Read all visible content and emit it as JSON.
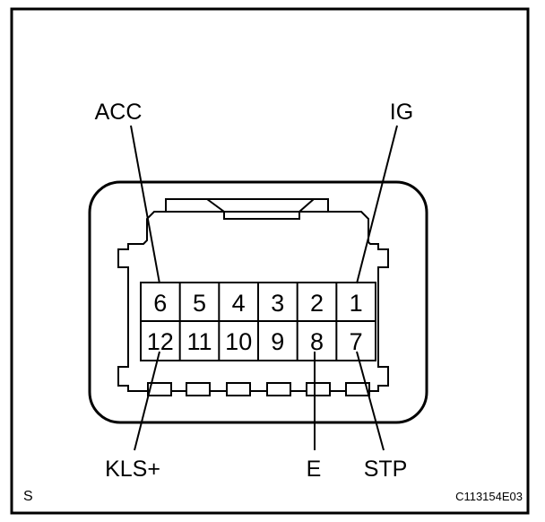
{
  "connector": {
    "pins_top": [
      "6",
      "5",
      "4",
      "3",
      "2",
      "1"
    ],
    "pins_bottom": [
      "12",
      "11",
      "10",
      "9",
      "8",
      "7"
    ]
  },
  "labels": {
    "acc": "ACC",
    "ig": "IG",
    "kls": "KLS+",
    "e": "E",
    "stp": "STP"
  },
  "footer": {
    "left_mark": "S",
    "code": "C113154E03"
  }
}
